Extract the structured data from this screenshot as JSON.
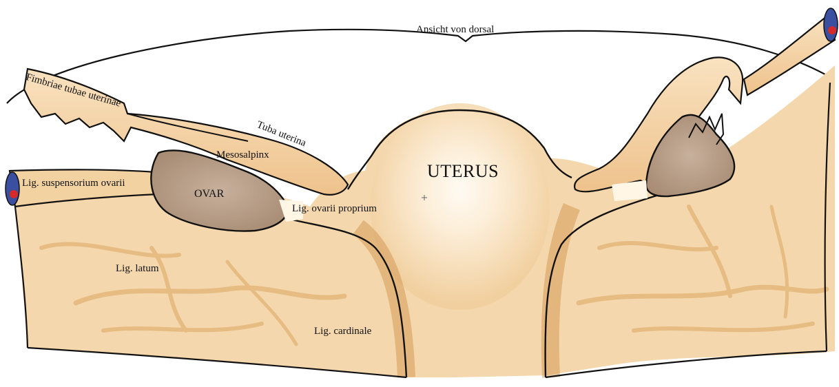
{
  "view_label": "Ansicht von dorsal",
  "labels": {
    "fimbriae": "Fimbriae tubae uterinae",
    "tuba": "Tuba uterina",
    "mesosalpinx": "Mesosalpinx",
    "uterus": "UTERUS",
    "suspensorium": "Lig. suspensorium ovarii",
    "ovar": "OVAR",
    "ovarii_proprium": "Lig. ovarii proprium",
    "latum": "Lig. latum",
    "cardinale": "Lig. cardinale"
  },
  "colors": {
    "tissue": "#f6dcb4",
    "tissue_shade": "#d9a05a",
    "uterus_center": "#fffaf2",
    "ovary": "#b49a84",
    "vessel_red": "#d42a2a",
    "vessel_blue": "#3a4fa0",
    "outline": "#111111"
  }
}
